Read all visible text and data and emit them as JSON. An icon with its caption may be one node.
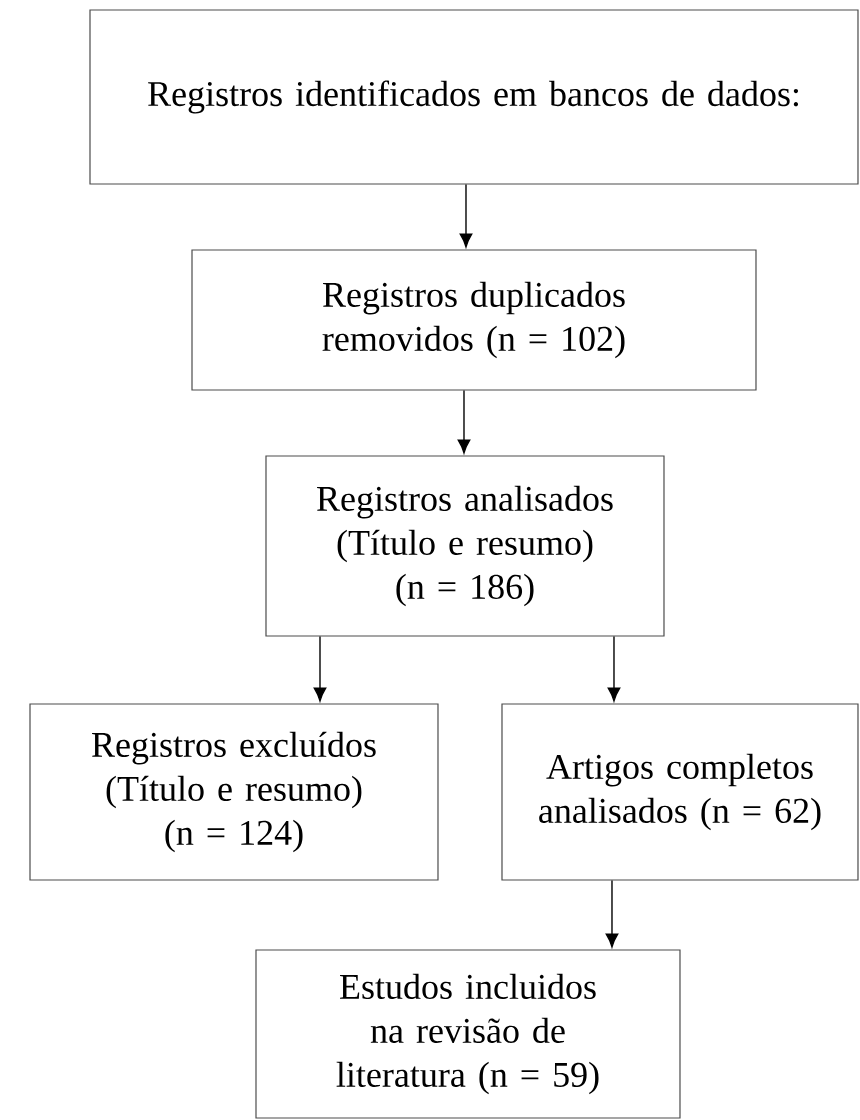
{
  "diagram": {
    "nodes": [
      {
        "text": [
          "Registros identificados em bancos de dados:"
        ]
      },
      {
        "text": [
          "Registros duplicados removidos (n = 102)"
        ]
      },
      {
        "text": [
          "Registros analisados (Título e resumo) (n = 186)"
        ]
      },
      {
        "text": [
          "Registros excluídos (Título e resumo) (n = 124)"
        ]
      },
      {
        "text": [
          "Artigos completos analisados (n = 62)"
        ]
      },
      {
        "text": [
          "Estudos incluidos na revisão de literatura (n = 59)"
        ]
      }
    ],
    "edges": [
      {
        "from": 0,
        "to": 1,
        "arrow": "to"
      },
      {
        "from": 1,
        "to": 2,
        "arrow": "to"
      },
      {
        "from": 2,
        "to": 3,
        "arrow": "to"
      },
      {
        "from": 2,
        "to": 4,
        "arrow": "to"
      },
      {
        "from": 4,
        "to": 5,
        "arrow": "to"
      }
    ]
  }
}
